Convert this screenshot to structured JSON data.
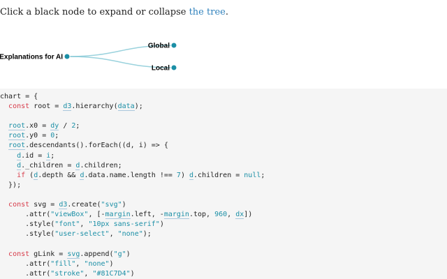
{
  "intro": {
    "prefix": "Click a black node to expand or collapse ",
    "link": "the tree",
    "suffix": "."
  },
  "tree": {
    "root_label": "Explanations for AI",
    "children": [
      "Global",
      "Local"
    ],
    "colors": {
      "link": "#81c7d4",
      "node": "#1b8fa6",
      "node_stroke": "#ffffff"
    }
  },
  "code": {
    "colors": {
      "background": "#f5f5f5",
      "keyword": "#d73a49",
      "string": "#1b8fa6",
      "variable": "#1b8fa6"
    },
    "lines": [
      [
        {
          "t": "chart = {",
          "c": "plain"
        }
      ],
      [
        {
          "t": "  ",
          "c": "plain"
        },
        {
          "t": "const",
          "c": "kw"
        },
        {
          "t": " root = ",
          "c": "plain"
        },
        {
          "t": "d3",
          "c": "var"
        },
        {
          "t": ".hierarchy(",
          "c": "plain"
        },
        {
          "t": "data",
          "c": "var"
        },
        {
          "t": ");",
          "c": "plain"
        }
      ],
      [],
      [
        {
          "t": "  ",
          "c": "plain"
        },
        {
          "t": "root",
          "c": "var"
        },
        {
          "t": ".x0 = ",
          "c": "plain"
        },
        {
          "t": "dy",
          "c": "var"
        },
        {
          "t": " / ",
          "c": "plain"
        },
        {
          "t": "2",
          "c": "num"
        },
        {
          "t": ";",
          "c": "plain"
        }
      ],
      [
        {
          "t": "  ",
          "c": "plain"
        },
        {
          "t": "root",
          "c": "var"
        },
        {
          "t": ".y0 = ",
          "c": "plain"
        },
        {
          "t": "0",
          "c": "num"
        },
        {
          "t": ";",
          "c": "plain"
        }
      ],
      [
        {
          "t": "  ",
          "c": "plain"
        },
        {
          "t": "root",
          "c": "var"
        },
        {
          "t": ".descendants().forEach((d, i) => {",
          "c": "plain"
        }
      ],
      [
        {
          "t": "    ",
          "c": "plain"
        },
        {
          "t": "d",
          "c": "var"
        },
        {
          "t": ".id = ",
          "c": "plain"
        },
        {
          "t": "i",
          "c": "var"
        },
        {
          "t": ";",
          "c": "plain"
        }
      ],
      [
        {
          "t": "    ",
          "c": "plain"
        },
        {
          "t": "d",
          "c": "var"
        },
        {
          "t": "._children = ",
          "c": "plain"
        },
        {
          "t": "d",
          "c": "var"
        },
        {
          "t": ".children;",
          "c": "plain"
        }
      ],
      [
        {
          "t": "    ",
          "c": "plain"
        },
        {
          "t": "if",
          "c": "kw"
        },
        {
          "t": " (",
          "c": "plain"
        },
        {
          "t": "d",
          "c": "var"
        },
        {
          "t": ".depth && ",
          "c": "plain"
        },
        {
          "t": "d",
          "c": "var"
        },
        {
          "t": ".data.name.length !== ",
          "c": "plain"
        },
        {
          "t": "7",
          "c": "num"
        },
        {
          "t": ") ",
          "c": "plain"
        },
        {
          "t": "d",
          "c": "var"
        },
        {
          "t": ".children = ",
          "c": "plain"
        },
        {
          "t": "null",
          "c": "str"
        },
        {
          "t": ";",
          "c": "plain"
        }
      ],
      [
        {
          "t": "  });",
          "c": "plain"
        }
      ],
      [],
      [
        {
          "t": "  ",
          "c": "plain"
        },
        {
          "t": "const",
          "c": "kw"
        },
        {
          "t": " svg = ",
          "c": "plain"
        },
        {
          "t": "d3",
          "c": "var"
        },
        {
          "t": ".create(",
          "c": "plain"
        },
        {
          "t": "\"svg\"",
          "c": "str"
        },
        {
          "t": ")",
          "c": "plain"
        }
      ],
      [
        {
          "t": "      .attr(",
          "c": "plain"
        },
        {
          "t": "\"viewBox\"",
          "c": "str"
        },
        {
          "t": ", [-",
          "c": "plain"
        },
        {
          "t": "margin",
          "c": "var"
        },
        {
          "t": ".left, -",
          "c": "plain"
        },
        {
          "t": "margin",
          "c": "var"
        },
        {
          "t": ".top, ",
          "c": "plain"
        },
        {
          "t": "960",
          "c": "num"
        },
        {
          "t": ", ",
          "c": "plain"
        },
        {
          "t": "dx",
          "c": "var"
        },
        {
          "t": "])",
          "c": "plain"
        }
      ],
      [
        {
          "t": "      .style(",
          "c": "plain"
        },
        {
          "t": "\"font\"",
          "c": "str"
        },
        {
          "t": ", ",
          "c": "plain"
        },
        {
          "t": "\"10px sans-serif\"",
          "c": "str"
        },
        {
          "t": ")",
          "c": "plain"
        }
      ],
      [
        {
          "t": "      .style(",
          "c": "plain"
        },
        {
          "t": "\"user-select\"",
          "c": "str"
        },
        {
          "t": ", ",
          "c": "plain"
        },
        {
          "t": "\"none\"",
          "c": "str"
        },
        {
          "t": ");",
          "c": "plain"
        }
      ],
      [],
      [
        {
          "t": "  ",
          "c": "plain"
        },
        {
          "t": "const",
          "c": "kw"
        },
        {
          "t": " gLink = ",
          "c": "plain"
        },
        {
          "t": "svg",
          "c": "var"
        },
        {
          "t": ".append(",
          "c": "plain"
        },
        {
          "t": "\"g\"",
          "c": "str"
        },
        {
          "t": ")",
          "c": "plain"
        }
      ],
      [
        {
          "t": "      .attr(",
          "c": "plain"
        },
        {
          "t": "\"fill\"",
          "c": "str"
        },
        {
          "t": ", ",
          "c": "plain"
        },
        {
          "t": "\"none\"",
          "c": "str"
        },
        {
          "t": ")",
          "c": "plain"
        }
      ],
      [
        {
          "t": "      .attr(",
          "c": "plain"
        },
        {
          "t": "\"stroke\"",
          "c": "str"
        },
        {
          "t": ", ",
          "c": "plain"
        },
        {
          "t": "\"#81C7D4\"",
          "c": "str"
        },
        {
          "t": ")",
          "c": "plain"
        }
      ]
    ]
  }
}
